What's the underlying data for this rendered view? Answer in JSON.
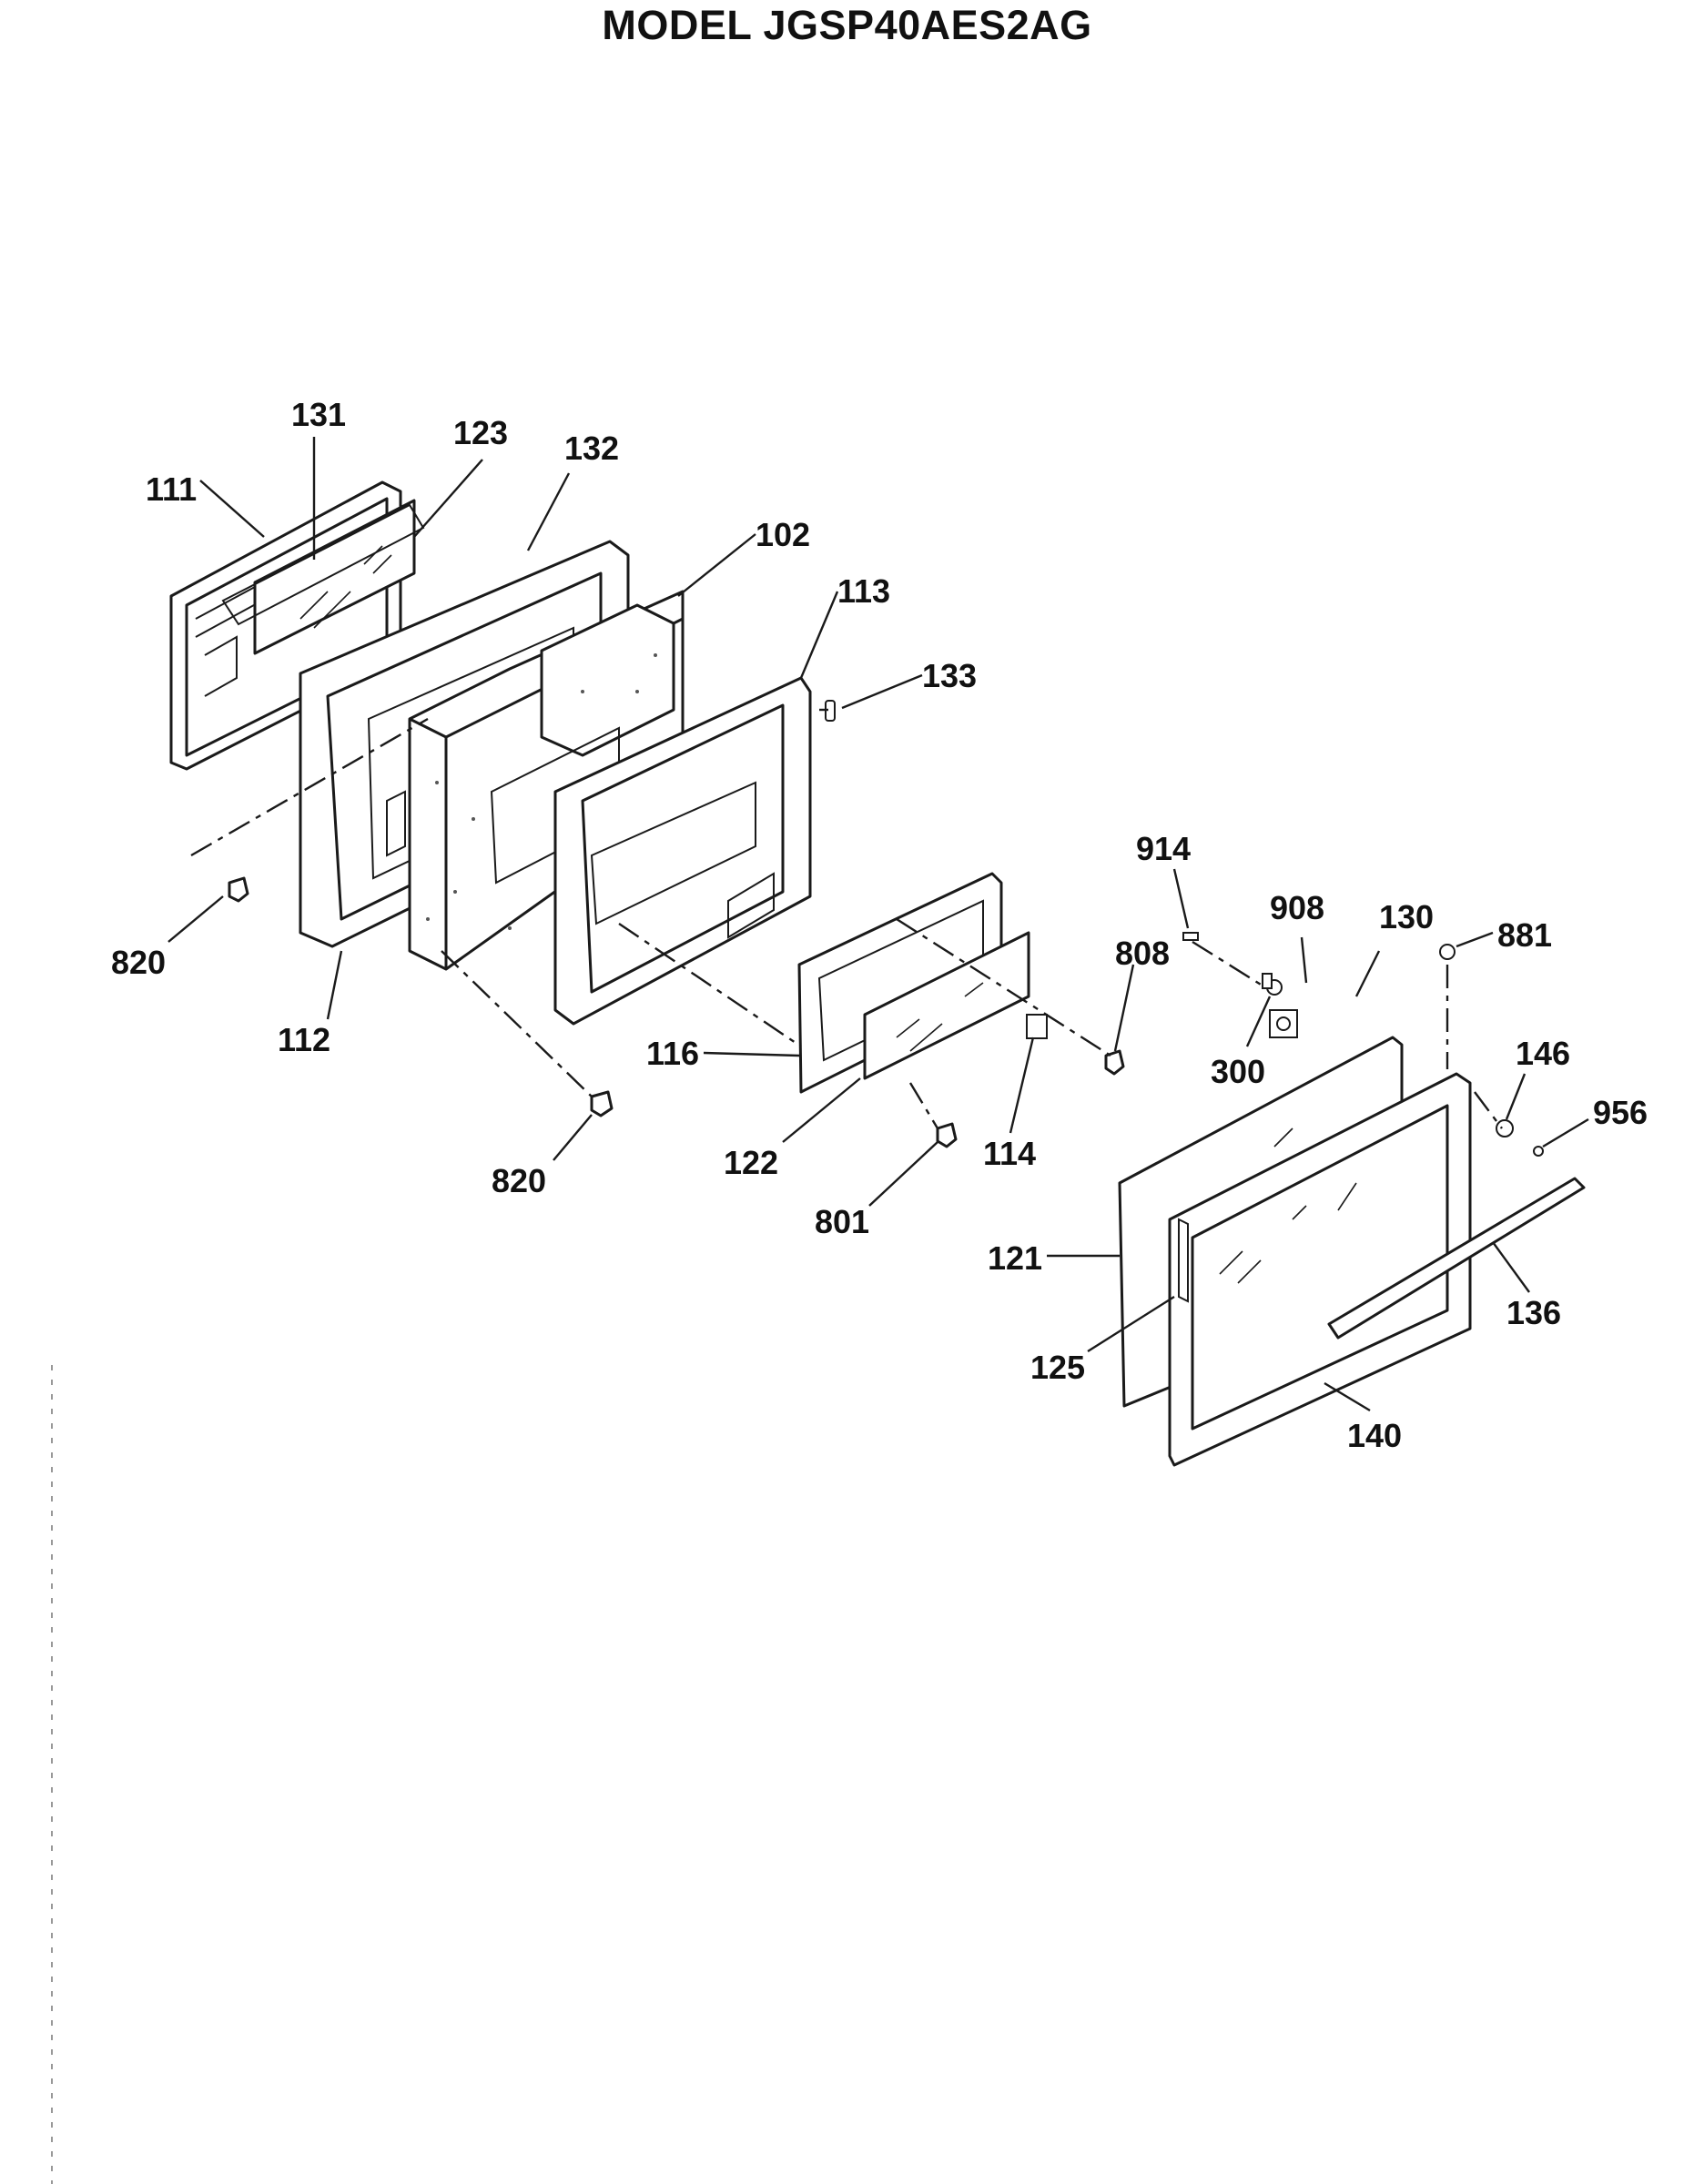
{
  "title": "MODEL JGSP40AES2AG",
  "callouts": {
    "c111": "111",
    "c131": "131",
    "c123": "123",
    "c132": "132",
    "c102": "102",
    "c113": "113",
    "c133": "133",
    "c820a": "820",
    "c112": "112",
    "c820b": "820",
    "c116": "116",
    "c122": "122",
    "c801": "801",
    "c114": "114",
    "c808": "808",
    "c914": "914",
    "c908": "908",
    "c130": "130",
    "c881": "881",
    "c300": "300",
    "c146": "146",
    "c956": "956",
    "c121": "121",
    "c125": "125",
    "c136": "136",
    "c140": "140"
  }
}
